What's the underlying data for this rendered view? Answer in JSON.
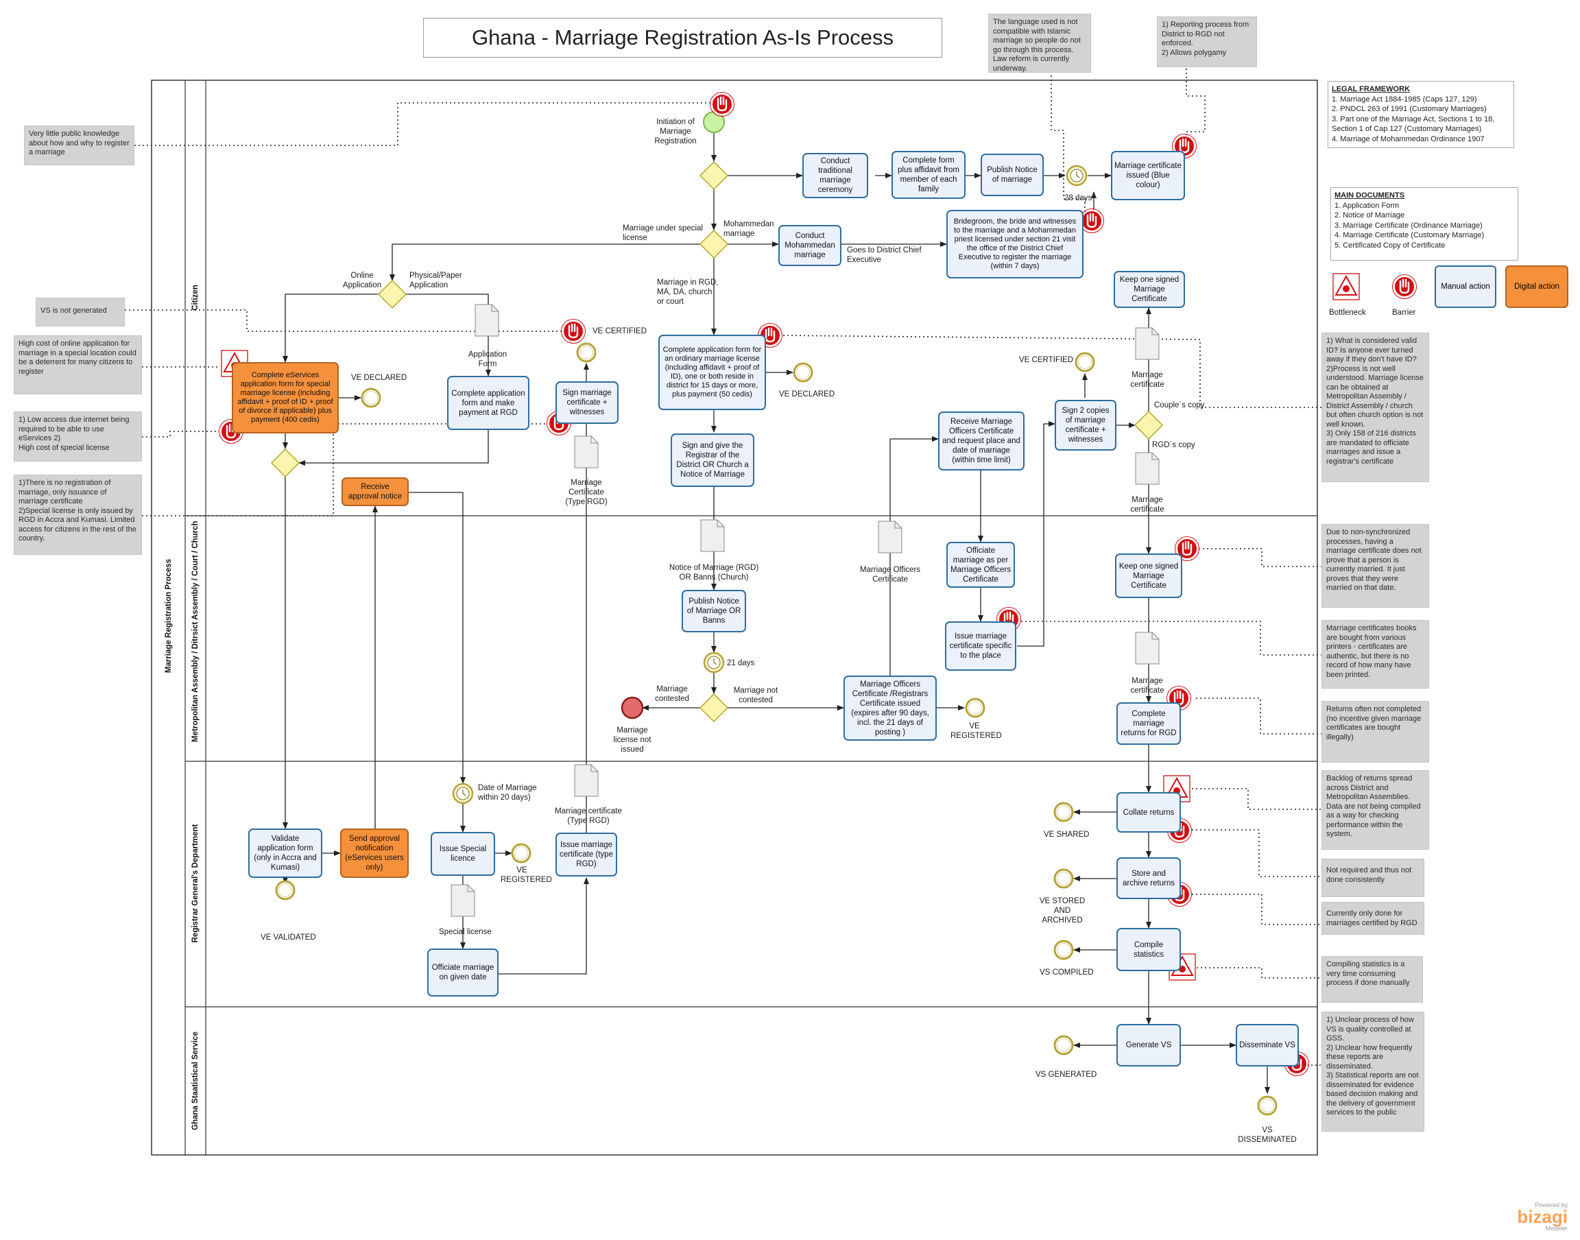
{
  "title": "Ghana - Marriage Registration As-Is Process",
  "pool": {
    "name": "Marriage Registration Process"
  },
  "lanes": [
    {
      "name": "Citizen"
    },
    {
      "name": "Metropolitan Assembly / Ditrsict Assembly / Court / Church"
    },
    {
      "name": "Registrar General's Department"
    },
    {
      "name": "Ghana Staatistical Service"
    }
  ],
  "tasks": {
    "t_conduct_traditional": "Conduct traditional marriage ceremony",
    "t_complete_affidavit": "Complete form plus affidavit from member of each family",
    "t_publish_notice_top": "Publish Notice of marriage",
    "t_cert_blue": "Marriage certificate issued (Blue colour)",
    "t_conduct_mohammedan": "Conduct Mohammedan marriage",
    "t_bridegroom": "Bridegroom, the bride and witnesses to the marriage and a Mohammedan priest licensed under section 21 visit the office of the District Chief Executive to register the marriage (within 7 days)",
    "t_keep_one_signed_top": "Keep one signed Marriage Certificate",
    "t_eservices": "Complete eServices application form for special marriage license (including affidavit + proof of ID + proof of divorce if applicable) plus payment (400 cedis)",
    "t_complete_app_rgd": "Complete application form and make payment at RGD",
    "t_sign_witnesses": "Sign marriage certificate + witnesses",
    "t_complete_ordinary": "Complete application form for an ordinary marriage license (including affidavit + proof of ID), one or both reside in district for 15 days or more, plus payment (50 cedis)",
    "t_sign_give": "Sign and give the Registrar of the District OR Church a Notice of Marriage",
    "t_receive_mo_cert": "Receive Marriage Officers Certificate and request place and date of marriage (within time limit)",
    "t_sign_two_copies": "Sign 2 copies of marriage certificate + witnesses",
    "t_receive_approval": "Receive approval notice",
    "t_publish_banns": "Publish Notice of Marriage OR Banns",
    "t_officiate_mo": "Officiate marriage as per Marriage Officers Certificate",
    "t_issue_specific": "Issue marriage certificate specific to the place",
    "t_mo_cert_issued": "Marriage Officers Certificate /Registrars Certificate issued (expires after 90 days, incl. the 21 days of posting )",
    "t_keep_one_signed_mid": "Keep one signed Marriage Certificate",
    "t_complete_returns": "Complete marriage returns for RGD",
    "t_validate": "Validate application form (only in Accra and Kumasi)",
    "t_send_approval": "Send approval notification (eServices users only)",
    "t_issue_special": "Issue Special licence",
    "t_officiate_given": "Officiate marriage on given date",
    "t_issue_type_rgd": "Issue marriage certificate (type RGD)",
    "t_collate": "Collate returns",
    "t_store": "Store and archive returns",
    "t_compile": "Compile statistics",
    "t_generate_vs": "Generate VS",
    "t_disseminate_vs": "Disseminate VS"
  },
  "labels": {
    "initiation": "Initiation of Marriage Registration",
    "days28": "28 days",
    "special_license": "Marriage under special license",
    "mohammedan": "Mohammedan marriage",
    "goes_dce": "Goes to District Chief Executive",
    "online": "Online Application",
    "physical": "Physical/Paper Application",
    "rgd_ma": "Marriage in RGD, MA, DA, church or court",
    "ve_declared_1": "VE DECLARED",
    "ve_declared_2": "VE DECLARED",
    "ve_certified_1": "VE CERTIFIED",
    "ve_certified_2": "VE CERTIFIED",
    "application_form": "Application Form",
    "marriage_cert_rgd": "Marriage Certificate (Type RGD)",
    "marriage_certificate_a": "Marriage certificate",
    "marriage_certificate_b": "Marriage certificate",
    "marriage_certificate_c": "Marriage certificate",
    "couples_copy": "Couple´s copy",
    "rgds_copy": "RGD´s copy",
    "notice_banns": "Notice of Marriage (RGD) OR Banns (Church)",
    "mo_certificate": "Marriage Officers Certificate",
    "days21": "21 days",
    "contested": "Marriage contested",
    "not_contested": "Marriage not contested",
    "not_issued": "Marriage license not issued",
    "ve_registered_1": "VE REGISTERED",
    "ve_registered_2": "VE REGISTERED",
    "date_20": "Date of Marriage within 20 days)",
    "marriage_cert_type_rgd2": "Marriage certificate (Type RGD)",
    "special_license_doc": "Special license",
    "ve_validated": "VE VALIDATED",
    "ve_shared": "VE SHARED",
    "ve_stored": "VE STORED AND ARCHIVED",
    "ve_compiled": "VS COMPILED",
    "vs_generated": "VS GENERATED",
    "vs_disseminated": "VS DISSEMINATED"
  },
  "notes": {
    "n_knowledge": "Very little public knowledge about how and why to register a marriage",
    "n_vs_not": "VS is not generated",
    "n_high_cost": "High cost of online application for marriage in a special location could be a deterrent for many citizens to register",
    "n_low_access": "1) Low access due internet being required to be able to use eServices                              2)\nHigh cost of special license",
    "n_no_reg": "1)There is no registration of marriage, only issuance of marriage certificate\n2)Special license is only issued by RGD in Accra and Kumasi. Limited access for citizens in the rest of the country.",
    "n_language": "The language used is not compatible with Islamic marriage so people do not go through this process. Law reform is currently underway.",
    "n_reporting": "1) Reporting process from District to RGD not enforced.\n2) Allows polygamy",
    "n_valid_id": "1) What is considered valid ID? Is anyone ever turned away if they don't have ID?\n2)Process is not well understood. Marriage license can be obtained at Metropolitan Assembly / District Assembly / church but often church option is not well known.\n3) Only 158 of 216 districts are mandated to officiate marriages  and issue a registrar's certificate",
    "n_non_sync": "Due to non-synchronized processes, having a marriage certificate does not prove that a person is currently married. It just proves that they were married on that date.",
    "n_books": "Marriage certificates books are bought from various printers - certificates are authentic, but there is no record of how many have been printed.",
    "n_returns": "Returns often not completed (no incentive given marriage certificates are bought illegally)",
    "n_backlog": "Backlog of returns spread across District and Metropolitan Assemblies. Data are not being compiled as a way for checking performance within the system.",
    "n_not_required": "Not required and thus not done consistently",
    "n_currently": "Currently only done for marriages certified by RGD",
    "n_compiling": "Compiling statistics is a very time consuming process if done manually",
    "n_unclear": "1) Unclear process of how VS is quality controlled at GSS.\n2) Unclear how frequently these reports are disseminated.\n3) Statistical reports are not disseminated for evidence based decision making and the delivery of government services to the public"
  },
  "legal_framework": {
    "heading": "LEGAL FRAMEWORK",
    "items": [
      "1.  Marriage Act 1884-1985 (Caps 127, 129)",
      "2. PNDCL 263 of 1991 (Customary Marriages)",
      "3. Part one of the Marriage Act, Sections 1 to 18, Section 1 of Cap 127 (Customary Marriages)",
      "4. Marriage of Mohammedan Ordinance 1907"
    ]
  },
  "main_documents": {
    "heading": "MAIN DOCUMENTS",
    "items": [
      "1. Application Form",
      "2. Notice of Marriage",
      "3. Marriage Certificate (Ordinance Marriage)",
      "4. Marriage Certificate (Customary Marriage)",
      "5. Certificated Copy of Certificate"
    ]
  },
  "legend": {
    "bottleneck": "Bottleneck",
    "barrier": "Barrier",
    "manual": "Manual action",
    "digital": "Digital action"
  },
  "branding": {
    "powered": "Powered by",
    "name": "bizagi",
    "sub": "Modeler"
  },
  "colors": {
    "task_border": "#2f6d9e",
    "task_fill": "#eaf1fb",
    "digital_fill": "#f5913d",
    "gateway_fill": "#fbf5b0",
    "gateway_border": "#b7a62a",
    "start_fill": "#c9f2a4",
    "end_fill": "#e36b6b",
    "barrier_red": "#d10f14",
    "note_fill": "#d3d3d3",
    "brand_orange": "#f7a35c"
  }
}
